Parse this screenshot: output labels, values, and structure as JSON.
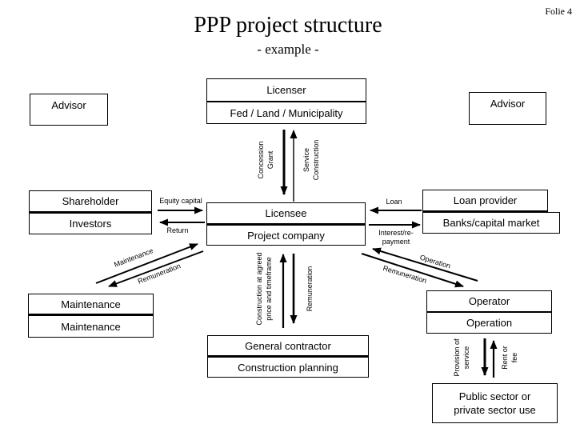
{
  "slide": {
    "page_label": "Folie 4",
    "title": "PPP project structure",
    "subtitle": "- example -"
  },
  "colors": {
    "ink": "#000000",
    "background": "#ffffff"
  },
  "boxes": {
    "advisor_left": "Advisor",
    "advisor_right": "Advisor",
    "licenser": {
      "top": "Licenser",
      "bottom": "Fed / Land / Municipality"
    },
    "shareholder": {
      "top": "Shareholder",
      "bottom": "Investors"
    },
    "licensee": {
      "top": "Licensee",
      "bottom": "Project company"
    },
    "loan_provider": {
      "top": "Loan provider",
      "bottom": "Banks/capital market"
    },
    "maintenance": {
      "top": "Maintenance",
      "bottom": "Maintenance"
    },
    "operator": {
      "top": "Operator",
      "bottom": "Operation"
    },
    "contractor": {
      "top": "General contractor",
      "bottom": "Construction planning"
    },
    "public_sector": {
      "line1": "Public sector or",
      "line2": "private sector use"
    }
  },
  "flow_labels": {
    "concession": "Concession",
    "grant": "Grant",
    "service": "Service",
    "construction": "Construction",
    "equity_capital": "Equity capital",
    "return_flow": "Return",
    "loan": "Loan",
    "interest_line1": "Interest/re-",
    "interest_line2": "payment",
    "maintenance_flow": "Maintenance",
    "remuneration_left": "Remuneration",
    "operation_flow": "Operation",
    "remuneration_right": "Remuneration",
    "construction_agreed_line1": "Construction at agreed",
    "construction_agreed_line2": "price and timeframe",
    "remuneration_center": "Remuneration",
    "provision_line1": "Provision of",
    "provision_line2": "service",
    "rent_line1": "Rent or",
    "rent_line2": "fee"
  }
}
